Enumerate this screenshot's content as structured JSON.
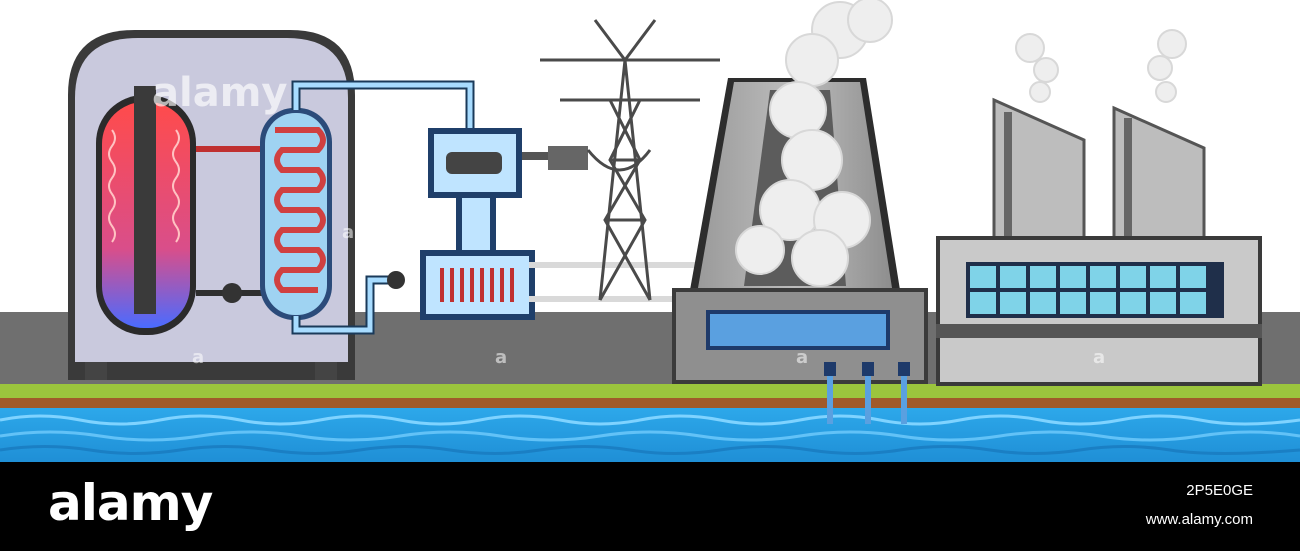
{
  "watermark": {
    "text": "alamy",
    "letter": "a"
  },
  "footer": {
    "logo": "alamy",
    "image_id": "2P5E0GE",
    "site": "www.alamy.com"
  },
  "colors": {
    "water": "#2aa7e6",
    "grass": "#9bc53d",
    "ground": "#6f6f6f",
    "footer_bg": "#000000"
  }
}
